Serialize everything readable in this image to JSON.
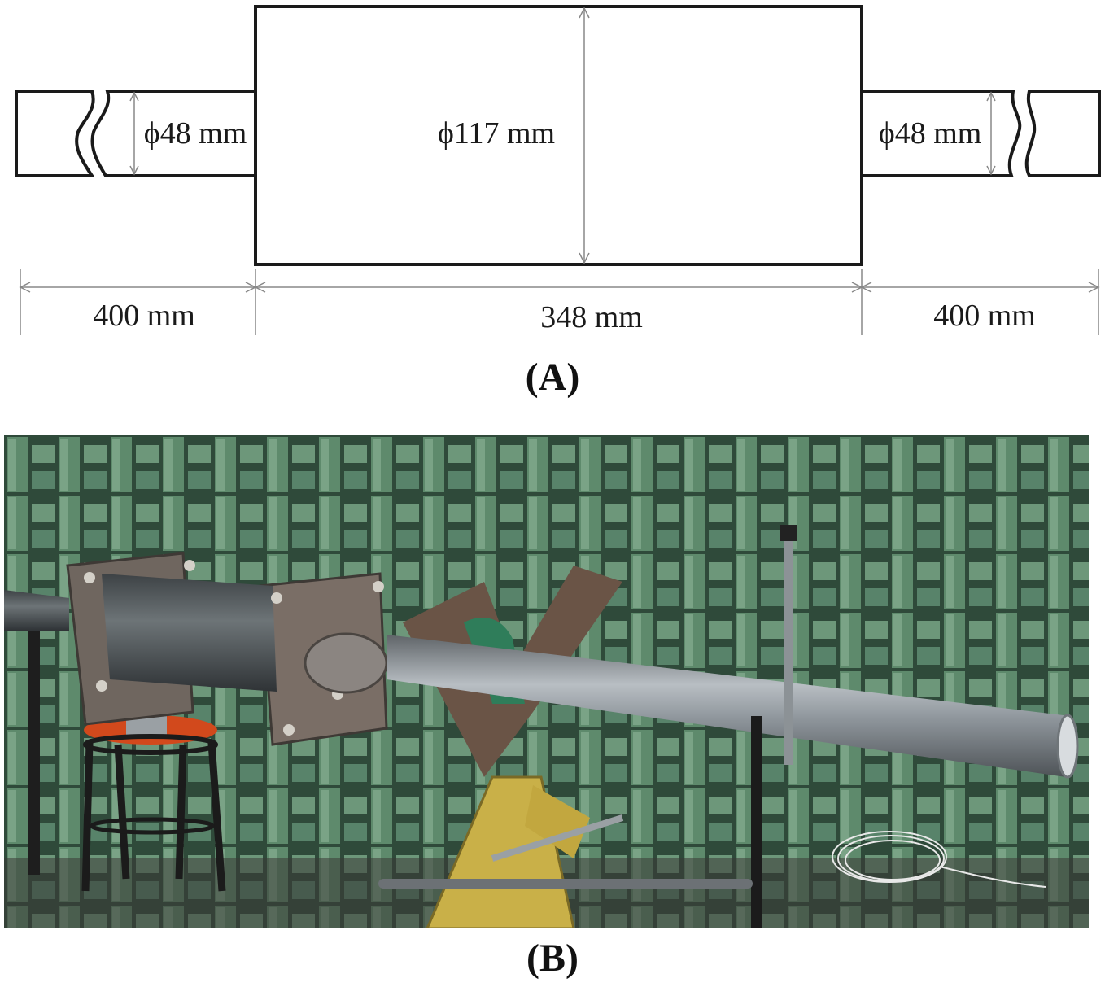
{
  "figure": {
    "diagram": {
      "left_pipe_diameter": "ϕ48 mm",
      "chamber_diameter": "ϕ117 mm",
      "right_pipe_diameter": "ϕ48 mm",
      "left_pipe_length": "400 mm",
      "chamber_length": "348 mm",
      "right_pipe_length": "400 mm"
    },
    "caption_a": "(A)",
    "caption_b": "(B)",
    "colors": {
      "line": "#1a1a1a",
      "dimension_line": "#888888",
      "foam_wedge": "#5e8a6c",
      "pipe_steel": "#8a9096",
      "plate": "#7a6e66",
      "clamp": "#c9b048"
    }
  }
}
